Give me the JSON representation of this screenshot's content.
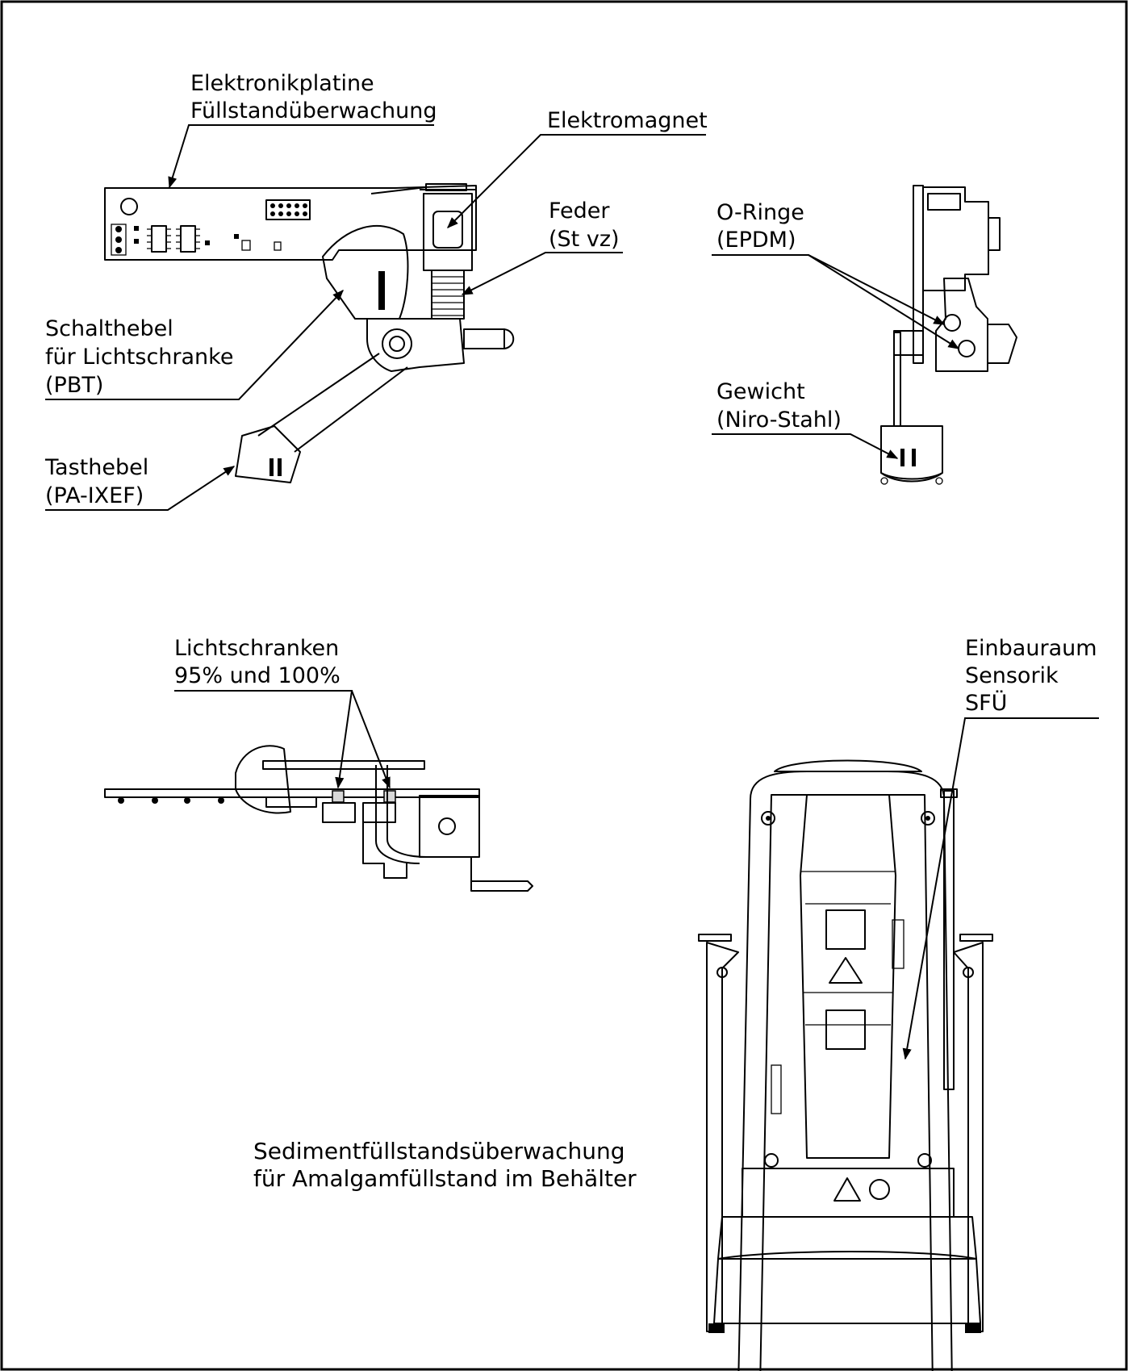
{
  "labels": {
    "elektronikplatine": [
      "Elektronikplatine",
      "Füllstandüberwachung"
    ],
    "elektromagnet": [
      "Elektromagnet"
    ],
    "feder": [
      "Feder",
      "(St vz)"
    ],
    "schalthebel": [
      "Schalthebel",
      "für Lichtschranke",
      "(PBT)"
    ],
    "tasthebel": [
      "Tasthebel",
      "(PA-IXEF)"
    ],
    "o_ringe": [
      "O-Ringe",
      "(EPDM)"
    ],
    "gewicht": [
      "Gewicht",
      "(Niro-Stahl)"
    ],
    "lichtschranken": [
      "Lichtschranken",
      "95% und 100%"
    ],
    "einbauraum": [
      "Einbauraum",
      "Sensorik",
      "SFÜ"
    ]
  },
  "caption": [
    "Sedimentfüllstandsüberwachung",
    "für Amalgamfüllstand im Behälter"
  ]
}
